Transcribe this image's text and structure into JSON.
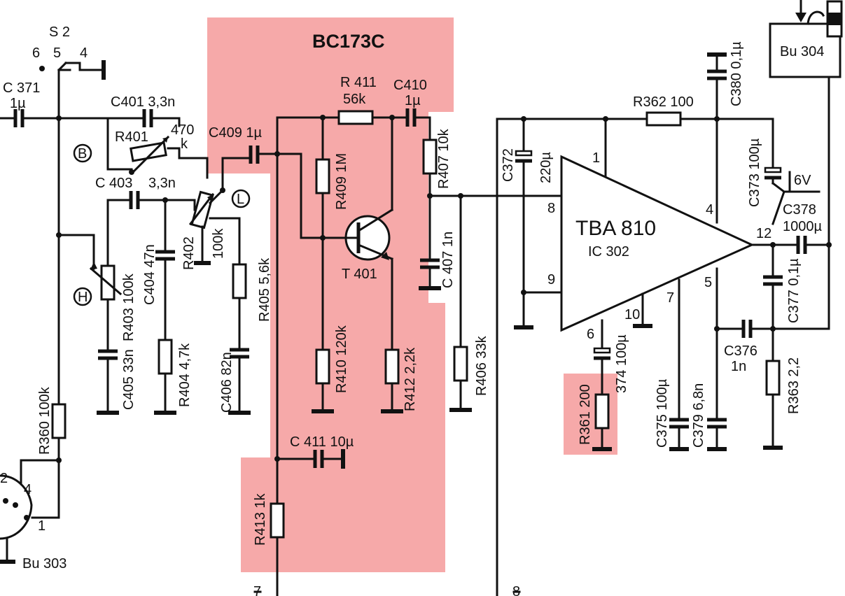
{
  "highlight_color": "#f6a9a9",
  "transistor_type": "BC173C",
  "ic": {
    "name": "TBA 810",
    "ref": "IC 302"
  },
  "ic_pins": {
    "p1": "1",
    "p4": "4",
    "p5": "5",
    "p6": "6",
    "p7": "7",
    "p8": "8",
    "p9": "9",
    "p10": "10",
    "p12": "12"
  },
  "switch": {
    "name": "S 2",
    "p6": "6",
    "p5": "5",
    "p4": "4"
  },
  "nodes": {
    "B": "B",
    "L": "L",
    "H": "H"
  },
  "parts": {
    "C371": "C 371",
    "C371v": "1µ",
    "C401": "C401 3,3n",
    "R401": "R401",
    "R401v1": "470",
    "R401v2": "k",
    "C403": "C 403",
    "C403v": "3,3n",
    "R403": "R403 100k",
    "C404": "C404 47n",
    "R402": "R402",
    "R402v": "100k",
    "C405": "C405 33n",
    "R404": "R404 4,7k",
    "C406": "C406 82n",
    "R405": "R405 5,6k",
    "C409": "C409 1µ",
    "R411": "R 411",
    "R411v": "56k",
    "C410": "C410",
    "C410v": "1µ",
    "R409": "R409 1M",
    "T401": "T 401",
    "R410": "R410 120k",
    "R412": "R412 2,2k",
    "C411": "C 411 10µ",
    "R413": "R413 1k",
    "R360": "R360 100k",
    "R407": "R407 10k",
    "C407": "C 407 1n",
    "R406": "R406 33k",
    "C372": "C372",
    "C372v": "220µ",
    "R362": "R362 100",
    "C380": "C380 0,1µ",
    "C373": "C373 100µ",
    "V6": "6V",
    "C378": "C378",
    "C378v": "1000µ",
    "C377": "C377 0,1µ",
    "C376": "C376",
    "C376v": "1n",
    "R363": "R363 2,2",
    "C375": "C375 100µ",
    "C379": "C379 6,8n",
    "C374": "374 100µ",
    "R361": "R361 200"
  },
  "jacks": {
    "bu303": "Bu 303",
    "bu304": "Bu 304",
    "bu303_p2": "2",
    "bu303_p4": "4",
    "bu303_p1": "1"
  },
  "edge_marks": {
    "left": "7",
    "right": "8"
  }
}
